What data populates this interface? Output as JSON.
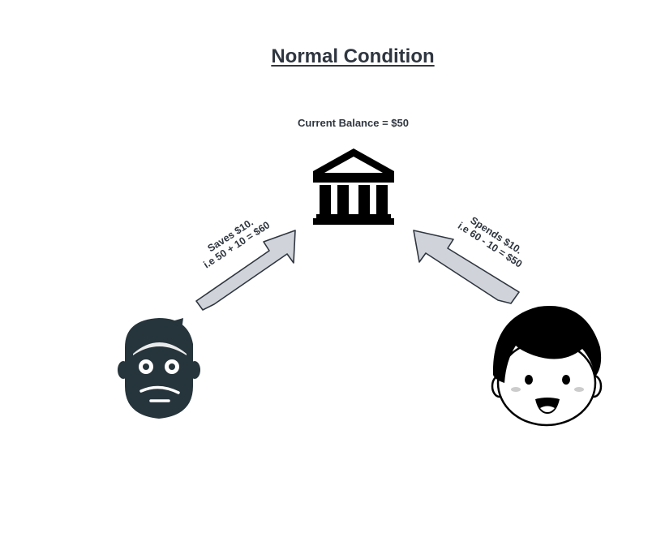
{
  "diagram": {
    "title": "Normal Condition",
    "balance_text": "Current Balance = $50",
    "left_flow": {
      "line1": "Saves $10.",
      "line2": "i.e 50 + 10 = $60"
    },
    "right_flow": {
      "line1": "Spends $10.",
      "line2": "i.e 60 - 10 = $50"
    },
    "icons": {
      "bank": "bank-icon",
      "saver": "man-face-icon",
      "spender": "boy-face-icon"
    },
    "colors": {
      "text": "#2f3640",
      "arrow_fill": "#d0d4da",
      "arrow_stroke": "#2f3640",
      "man_face": "#26343b",
      "bank": "#000000"
    }
  }
}
